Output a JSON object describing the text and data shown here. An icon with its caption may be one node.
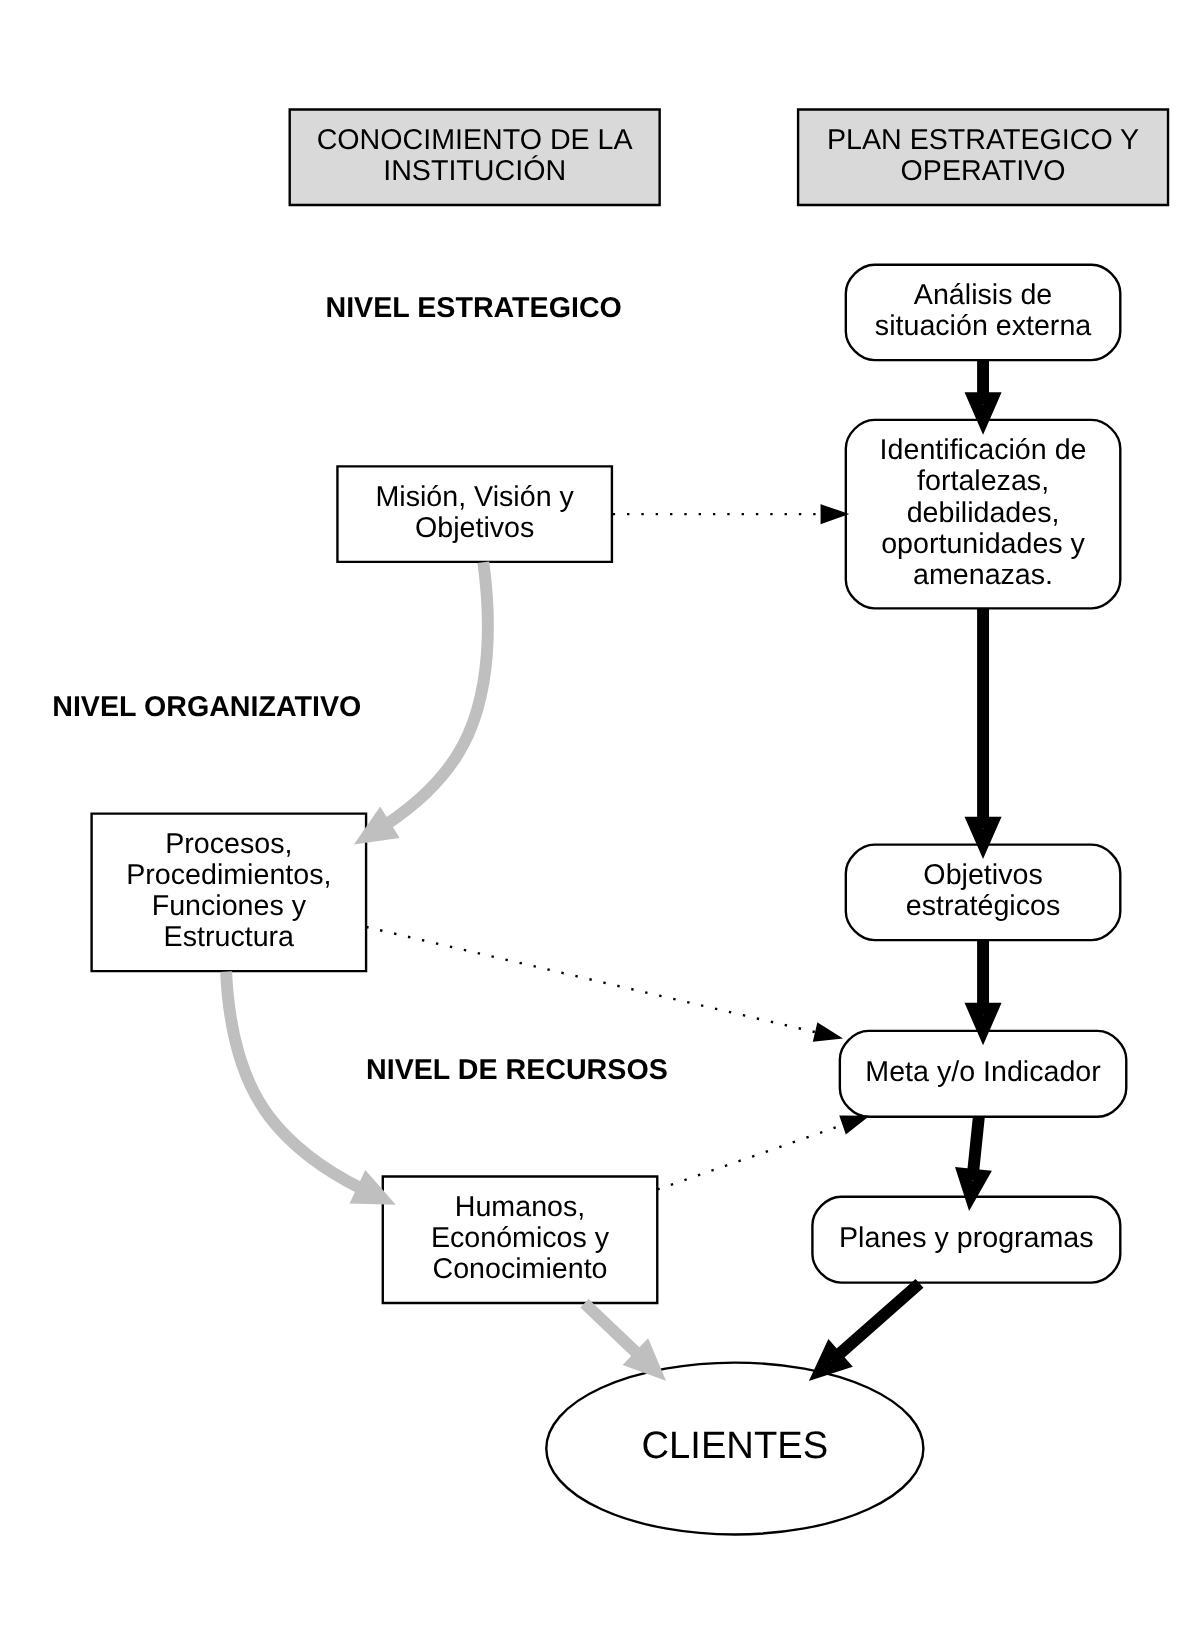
{
  "diagram": {
    "nodes": [
      {
        "text": [
          "CONOCIMIENTO DE LA INSTITUCIÓN"
        ]
      },
      {
        "text": [
          "PLAN ESTRATEGICO Y OPERATIVO"
        ]
      },
      {
        "text": [
          "Misión, Visión y Objetivos"
        ]
      },
      {
        "text": [
          "Análisis de situación externa"
        ]
      },
      {
        "text": [
          "Identificación de fortalezas, debilidades, oportunidades y amenazas."
        ]
      },
      {
        "text": [
          "Procesos, Procedimientos, Funciones y Estructura"
        ]
      },
      {
        "text": [
          "Objetivos estratégicos"
        ]
      },
      {
        "text": [
          "Meta y/o Indicador"
        ]
      },
      {
        "text": [
          "Humanos, Económicos y Conocimiento"
        ]
      },
      {
        "text": [
          "Planes y programas"
        ]
      },
      {
        "text": [
          "CLIENTES"
        ]
      }
    ],
    "edges": [
      {
        "from": 2,
        "to": 5,
        "arrow": "to",
        "color": "#bfbfbf"
      },
      {
        "from": 5,
        "to": 8,
        "arrow": "to",
        "color": "#bfbfbf"
      },
      {
        "from": 8,
        "to": 10,
        "arrow": "to",
        "color": "#bfbfbf"
      },
      {
        "from": 3,
        "to": 4,
        "arrow": "to"
      },
      {
        "from": 4,
        "to": 6,
        "arrow": "to"
      },
      {
        "from": 6,
        "to": 7,
        "arrow": "to"
      },
      {
        "from": 7,
        "to": 9,
        "arrow": "to"
      },
      {
        "from": 9,
        "to": 10,
        "arrow": "to"
      },
      {
        "from": 2,
        "to": 4,
        "arrow": "to",
        "style": "dashed"
      },
      {
        "from": 5,
        "to": 7,
        "arrow": "to",
        "style": "dashed"
      },
      {
        "from": 8,
        "to": 7,
        "arrow": "to",
        "style": "dashed"
      }
    ],
    "labels": [
      "NIVEL ESTRATEGICO",
      "NIVEL ORGANIZATIVO",
      "NIVEL DE RECURSOS"
    ]
  }
}
